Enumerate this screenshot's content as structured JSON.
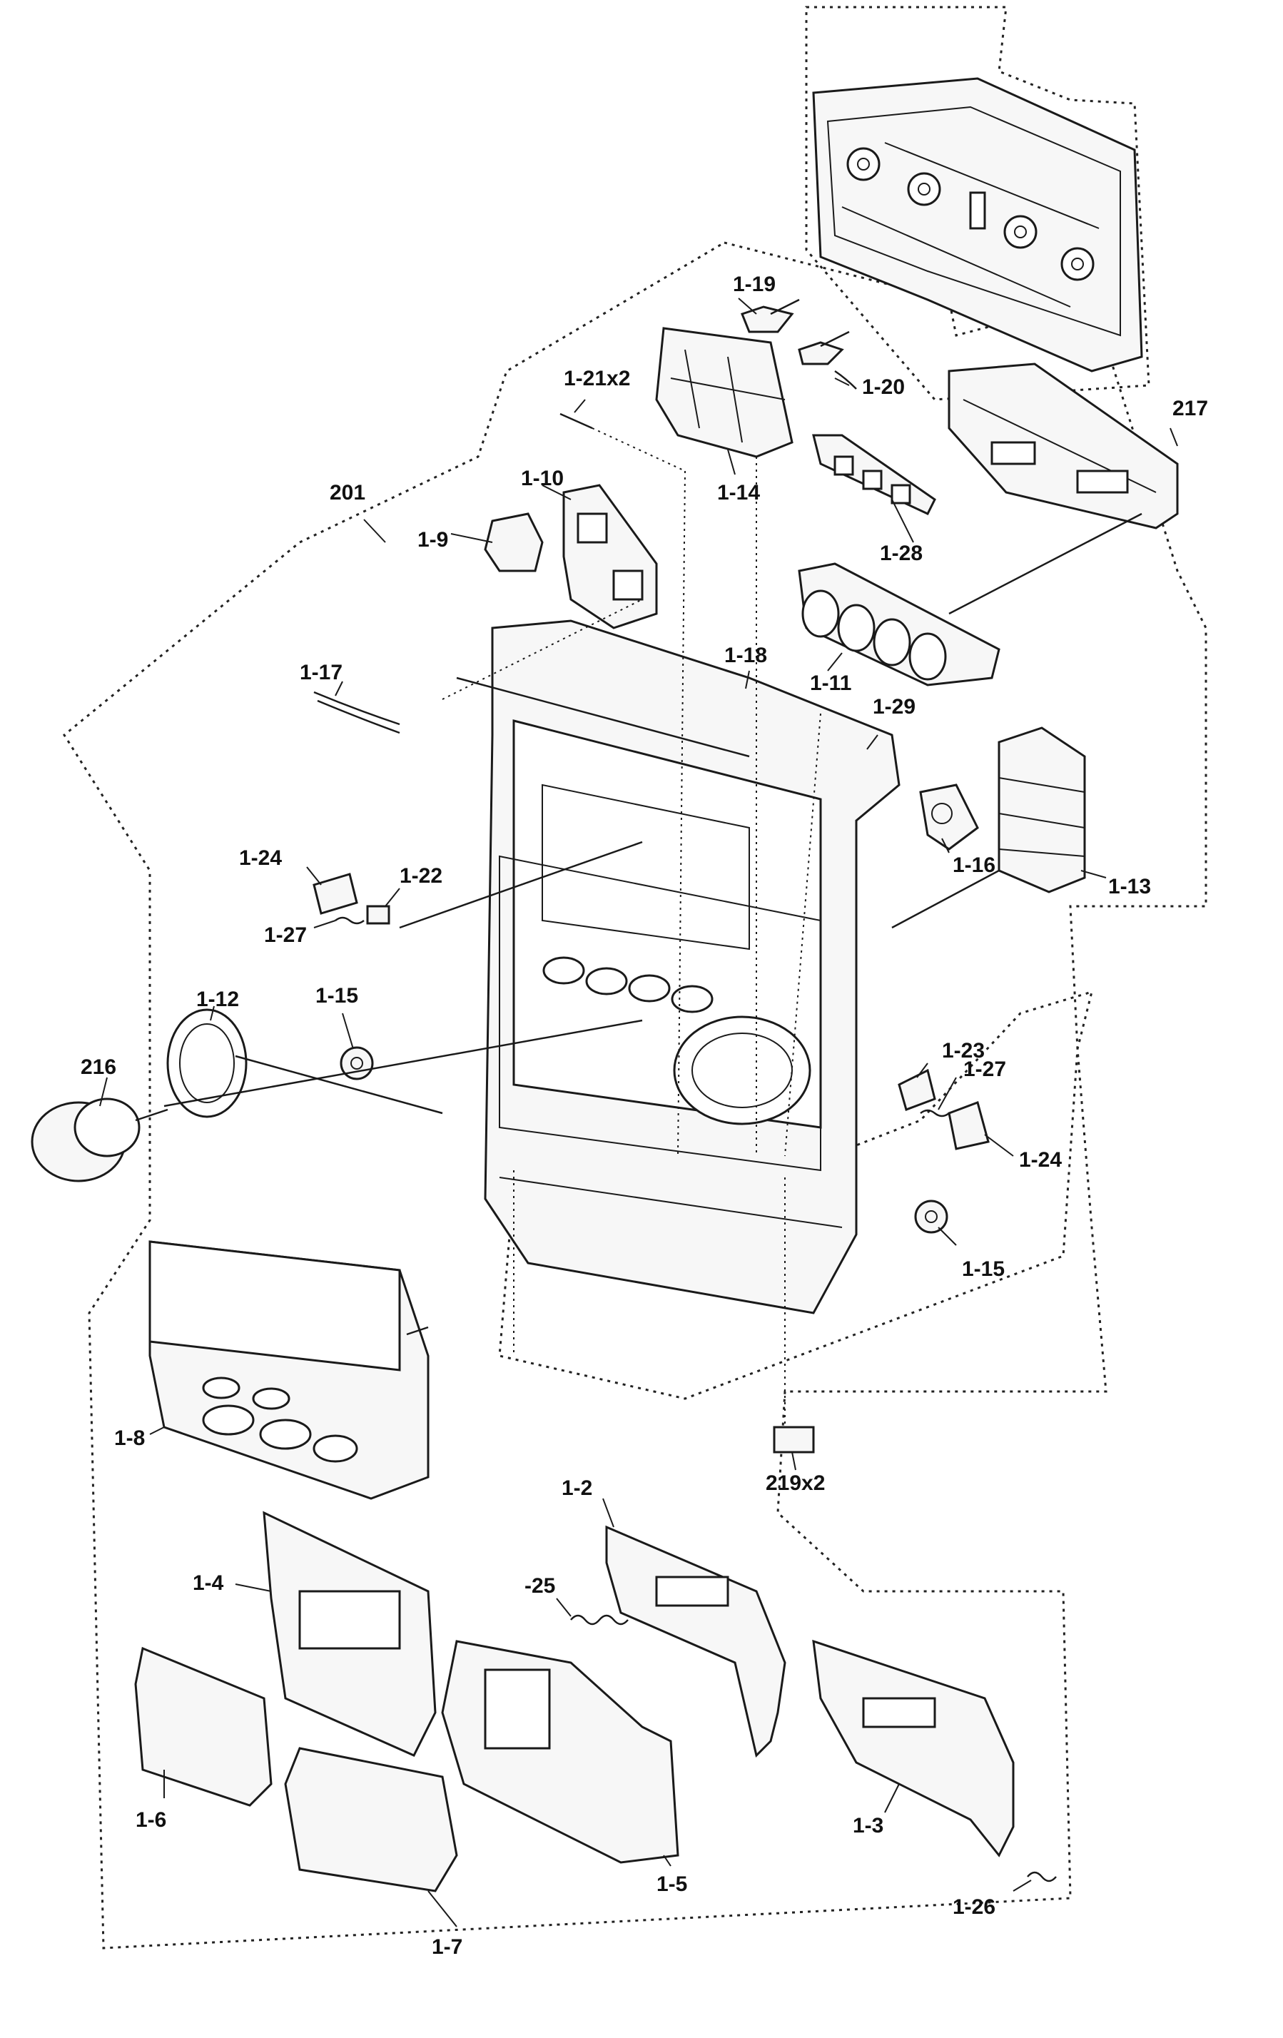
{
  "labels": {
    "l201": "201",
    "l216": "216",
    "l217": "217",
    "l219": "219x2",
    "l1_2": "1-2",
    "l1_3": "1-3",
    "l1_4": "1-4",
    "l1_5": "1-5",
    "l1_6": "1-6",
    "l1_7": "1-7",
    "l1_8": "1-8",
    "l1_9": "1-9",
    "l1_10": "1-10",
    "l1_11": "1-11",
    "l1_12": "1-12",
    "l1_13": "1-13",
    "l1_14": "1-14",
    "l1_15a": "1-15",
    "l1_15b": "1-15",
    "l1_16": "1-16",
    "l1_17": "1-17",
    "l1_18": "1-18",
    "l1_19": "1-19",
    "l1_20": "1-20",
    "l1_21": "1-21x2",
    "l1_22": "1-22",
    "l1_23": "1-23",
    "l1_24a": "1-24",
    "l1_24b": "1-24",
    "l1_25": "-25",
    "l1_26": "1-26",
    "l1_27a": "1-27",
    "l1_27b": "1-27",
    "l1_28": "1-28",
    "l1_29": "1-29"
  }
}
